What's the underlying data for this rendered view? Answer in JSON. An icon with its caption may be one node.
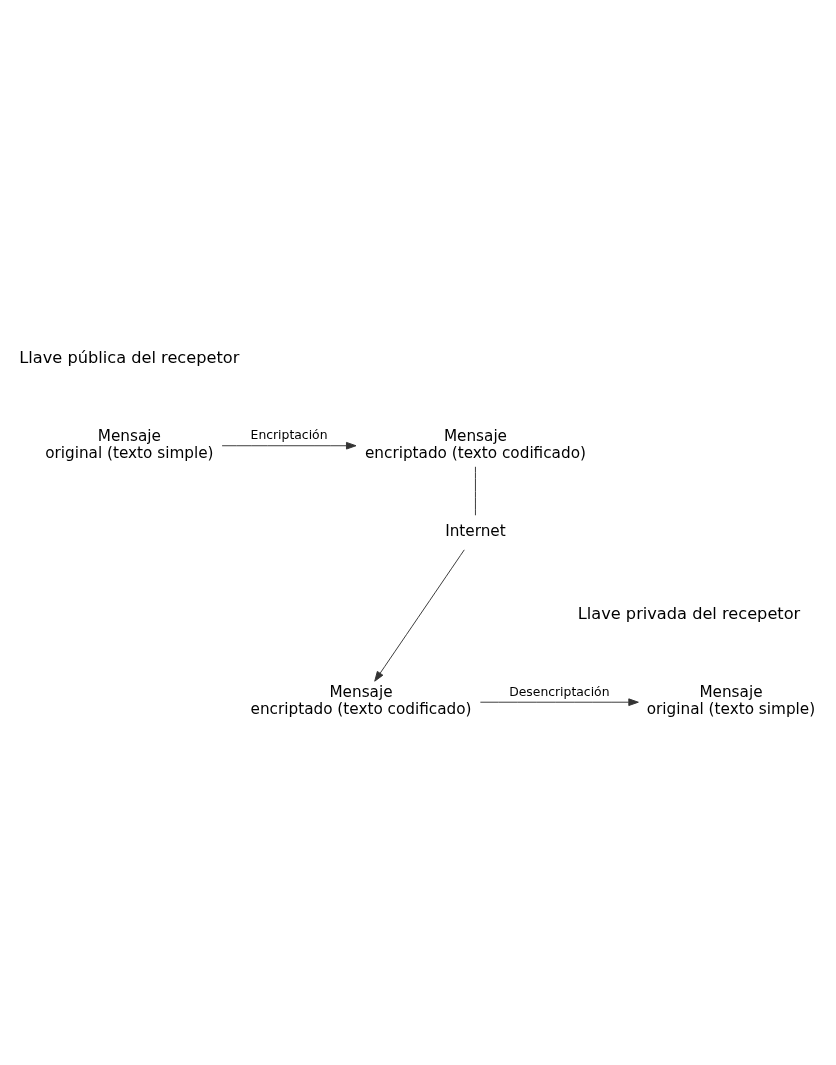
{
  "diagram": {
    "nodes": [
      {
        "text": [
          "Mensaje original (texto simple)"
        ]
      },
      {
        "text": [
          "Mensaje encriptado (texto codificado)"
        ]
      },
      {
        "text": [
          "Internet"
        ]
      },
      {
        "text": [
          "Mensaje encriptado (texto codificado)"
        ]
      },
      {
        "text": [
          "Mensaje original (texto simple)"
        ]
      }
    ],
    "edges": [
      {
        "from": 0,
        "to": 1,
        "arrow": "to",
        "label": "Encriptación"
      },
      {
        "from": 1,
        "to": 2,
        "arrow": "none"
      },
      {
        "from": 2,
        "to": 3,
        "arrow": "to"
      },
      {
        "from": 3,
        "to": 4,
        "arrow": "to",
        "label": "Desencriptación"
      }
    ],
    "labels": [
      "Llave pública del recepetor",
      "Llave privada del recepetor"
    ]
  }
}
